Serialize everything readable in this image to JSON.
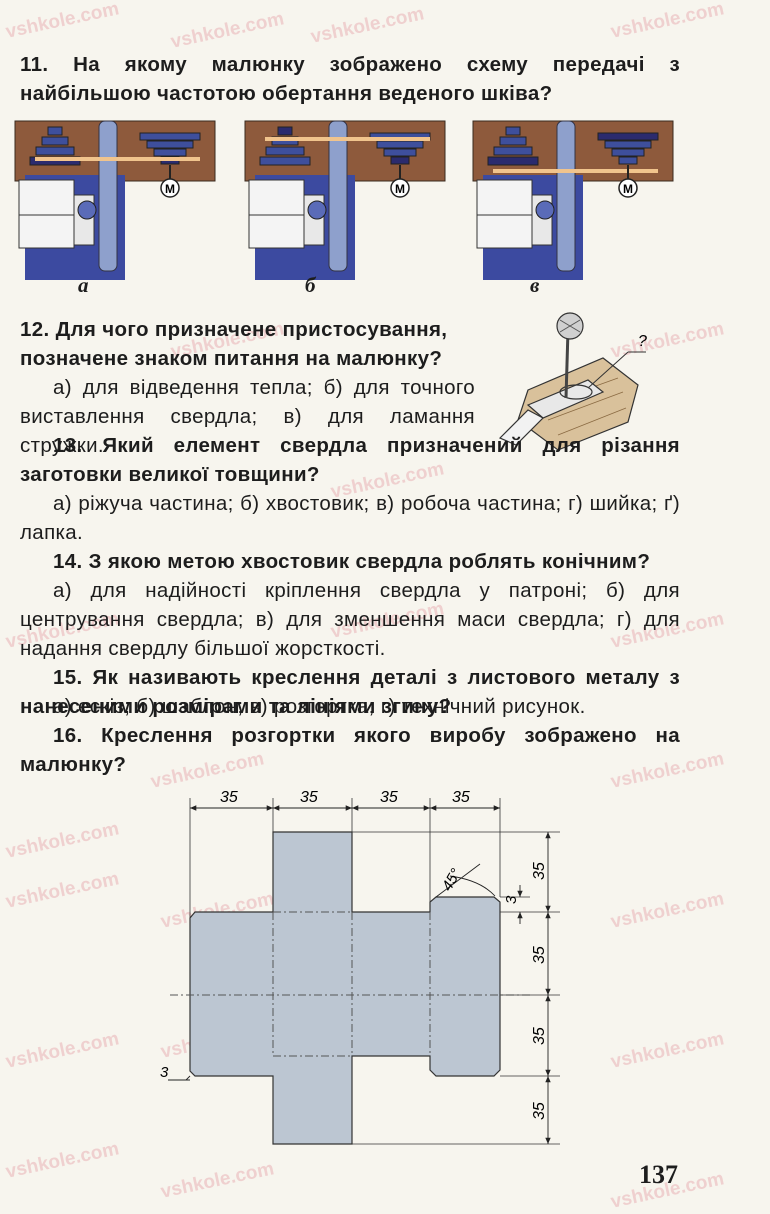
{
  "watermark": "vshkole.com",
  "q11": {
    "text": "11. На якому малюнку зображено схему передачі з найбільшою частотою обертання веденого шківа?",
    "figure_labels": [
      "а",
      "б",
      "в"
    ],
    "motor_label": "M"
  },
  "q12": {
    "question": "12. Для чого призначене пристосування, позначене знаком питання на малюнку?",
    "answers": "а) для відведення тепла; б) для точного виставлення свердла; в) для ламання стружки.",
    "figure_mark": "?"
  },
  "q13": {
    "question": "13. Який елемент свердла призначений для різання заготовки великої товщини?",
    "answers": "а) ріжуча частина; б) хвостовик; в) робоча частина; г) шийка; ґ) лапка."
  },
  "q14": {
    "question": "14. З якою метою хвостовик свердла роблять конічним?",
    "answers": "а) для надійності кріплення свердла у патроні; б) для центрування свердла; в) для зменшення маси свердла; г) для надання свердлу більшої жорсткості."
  },
  "q15": {
    "question": "15. Як називають креслення деталі з листового металу з нанесеними розмірами та лініями згину?",
    "answers": "а) ескіз; б) шаблон; в) розгортка; г) технічний рисунок."
  },
  "q16": {
    "question": "16. Креслення розгортки якого виробу зображено на малюнку?",
    "dims_top": [
      "35",
      "35",
      "35",
      "35"
    ],
    "dims_right": [
      "35",
      "35",
      "35",
      "35"
    ],
    "dim_small": "3",
    "dim_angle": "45°",
    "dim_left_small": "3",
    "fill_color": "#bcc6d2"
  },
  "page_number": "137"
}
